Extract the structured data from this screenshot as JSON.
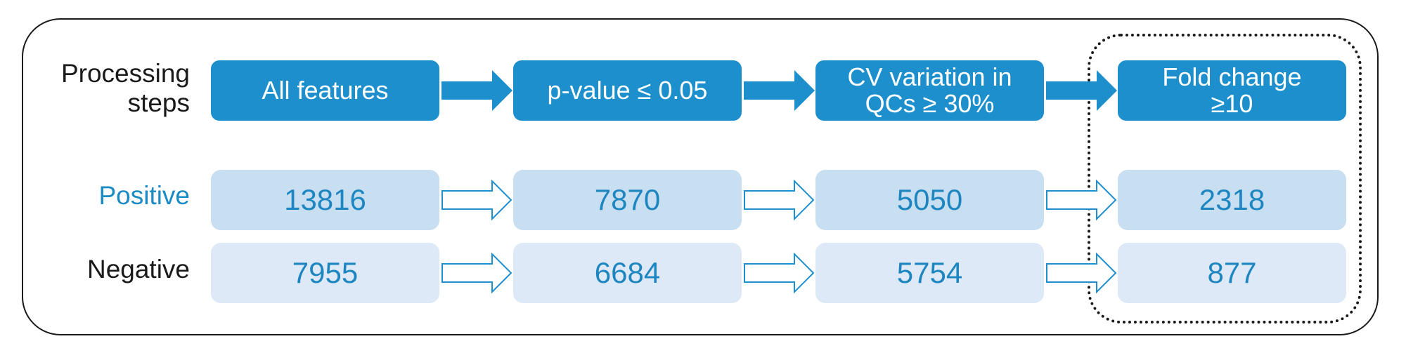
{
  "labels": {
    "steps": "Processing\nsteps",
    "positive": "Positive",
    "negative": "Negative"
  },
  "steps": [
    "All features",
    "p-value ≤ 0.05",
    "CV variation in\nQCs ≥ 30%",
    "Fold change\n≥10"
  ],
  "positive": [
    "13816",
    "7870",
    "5050",
    "2318"
  ],
  "negative": [
    "7955",
    "6684",
    "5754",
    "877"
  ],
  "colors": {
    "step_fill": "#1d8fcc",
    "positive_fill": "#c8dff1",
    "negative_fill": "#dde9f7",
    "value_text": "#1d86c0",
    "positive_label": "#1a8bc4"
  }
}
